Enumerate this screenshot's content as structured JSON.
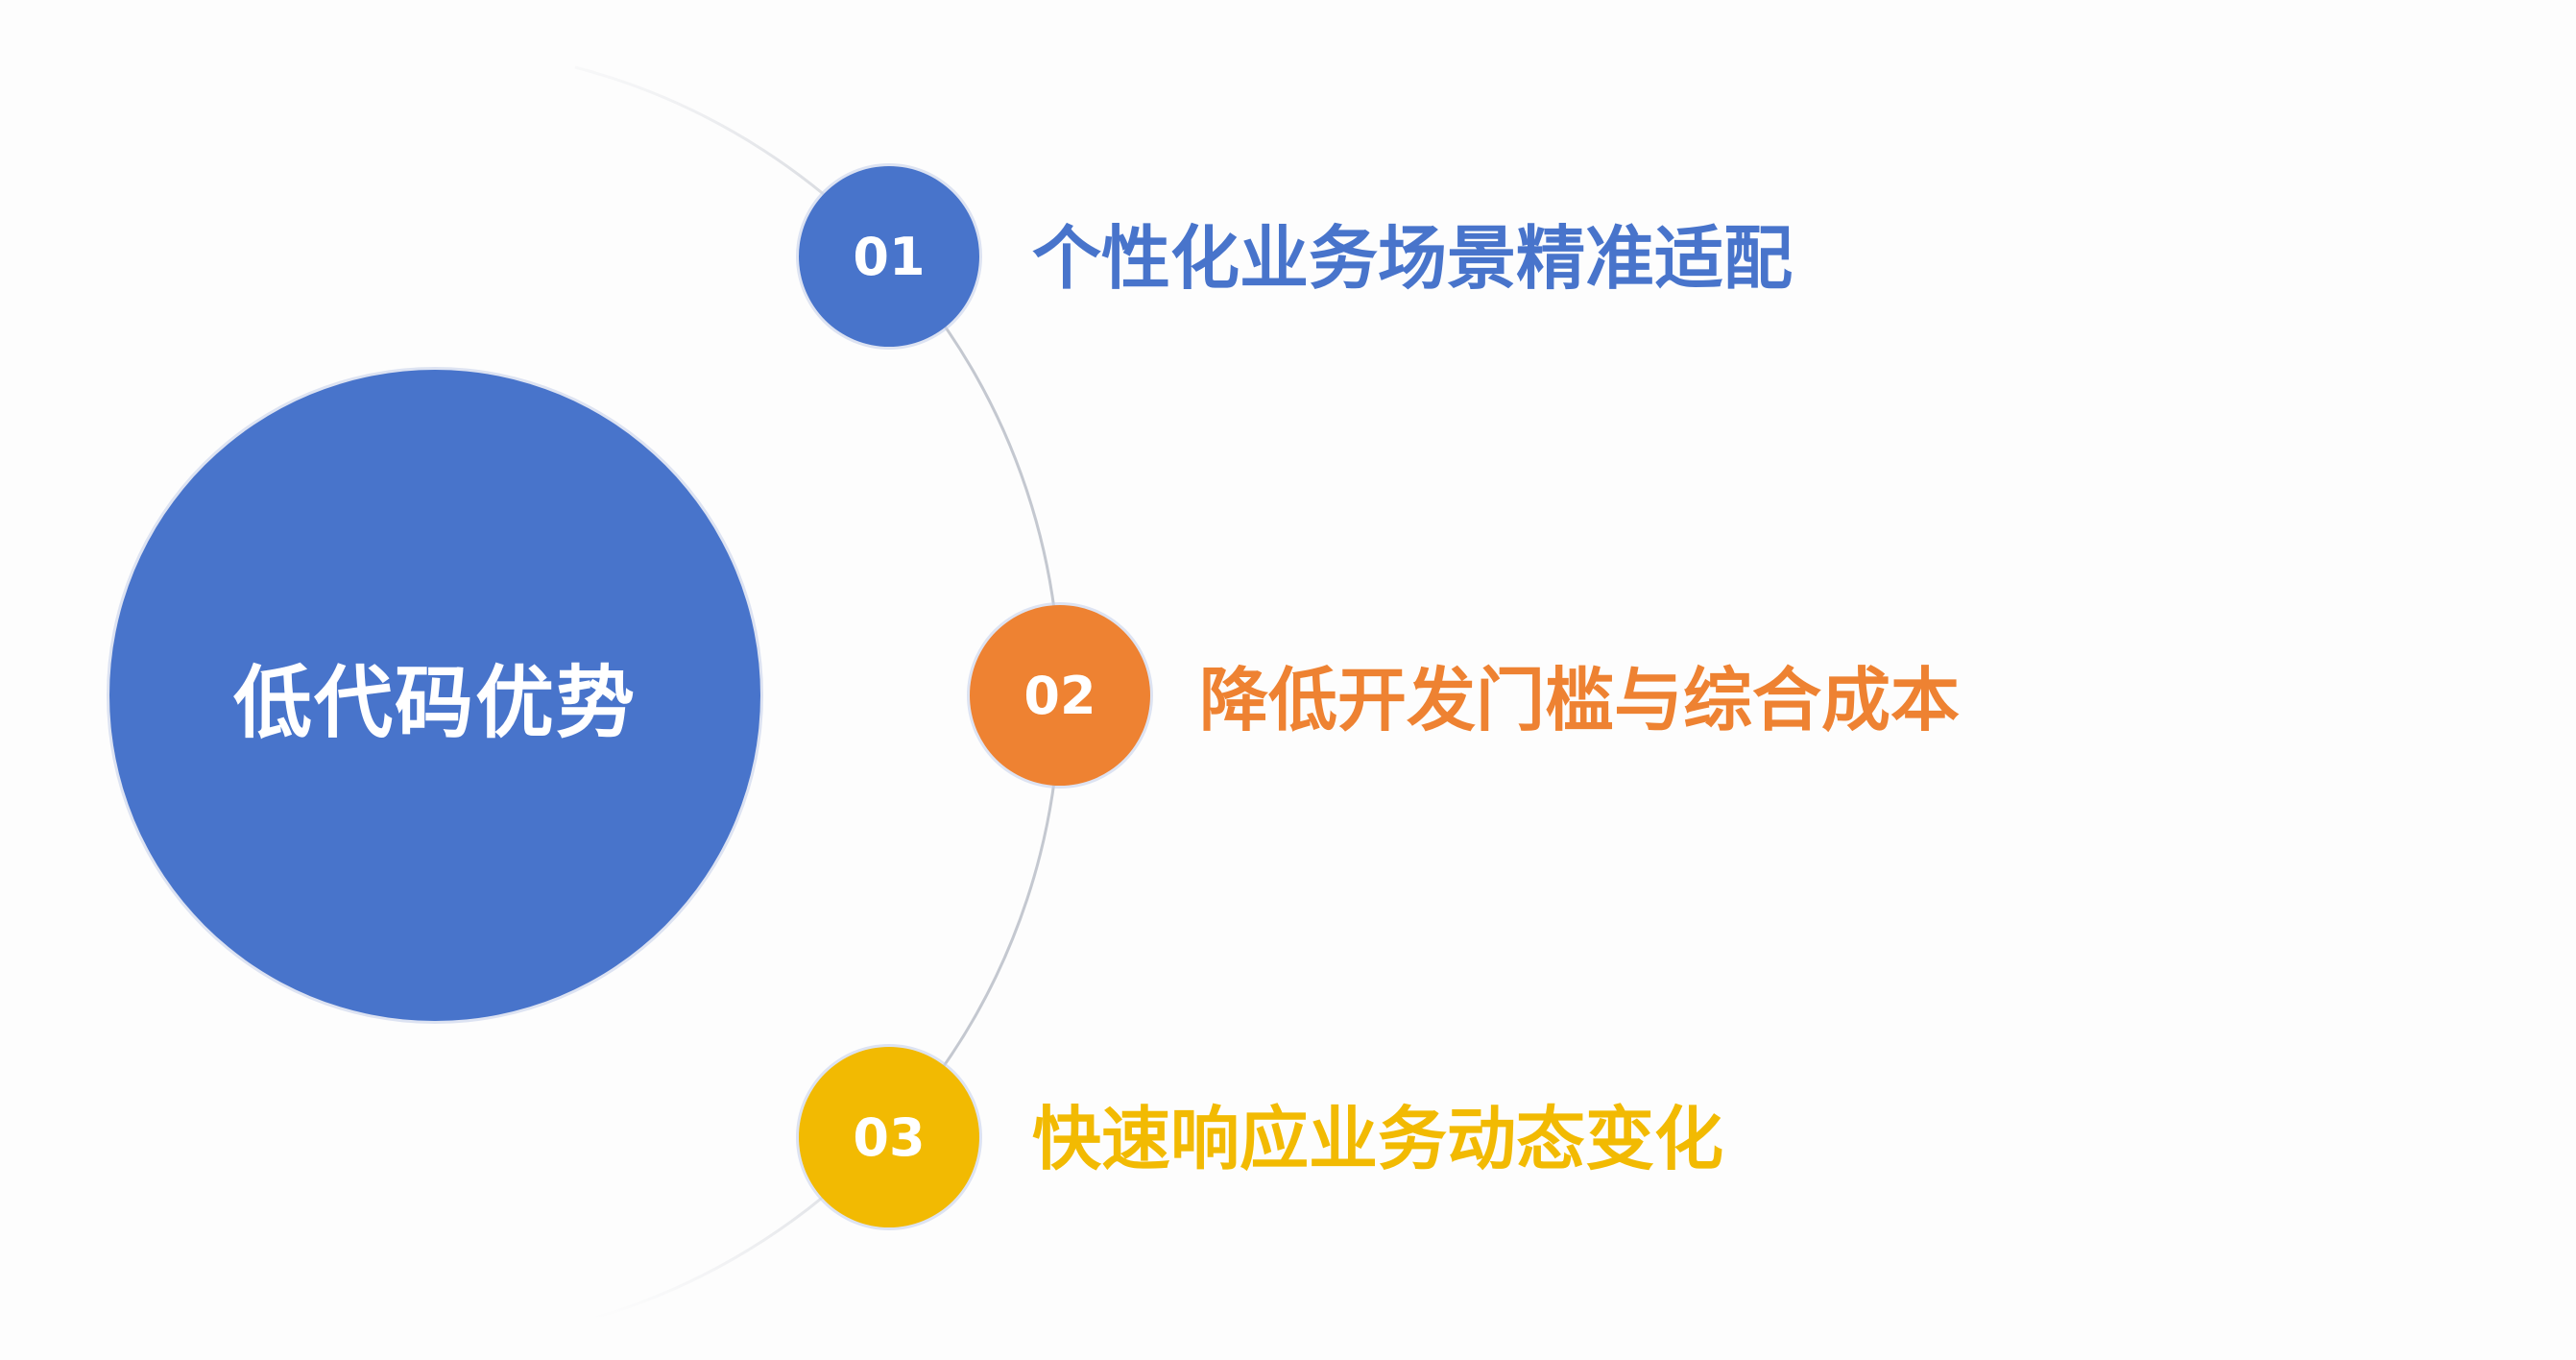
{
  "center": {
    "title": "低代码优势",
    "color": "#4874CB"
  },
  "items": [
    {
      "number": "01",
      "label": "个性化业务场景精准适配",
      "color": "#4874CB"
    },
    {
      "number": "02",
      "label": "降低开发门槛与综合成本",
      "color": "#EE8232"
    },
    {
      "number": "03",
      "label": "快速响应业务动态变化",
      "color": "#F2BA02"
    }
  ]
}
